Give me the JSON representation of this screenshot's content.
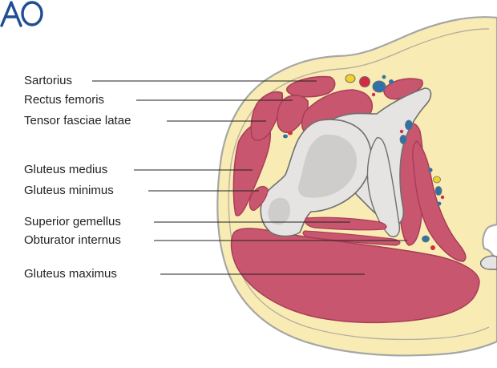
{
  "labels": [
    {
      "id": "sartorius",
      "text": "Sartorius"
    },
    {
      "id": "rectus-femoris",
      "text": "Rectus femoris"
    },
    {
      "id": "tensor-fasciae-latae",
      "text": "Tensor fasciae latae"
    },
    {
      "id": "gluteus-medius",
      "text": "Gluteus medius"
    },
    {
      "id": "gluteus-minimus",
      "text": "Gluteus minimus"
    },
    {
      "id": "superior-gemellus",
      "text": "Superior gemellus"
    },
    {
      "id": "obturator-internus",
      "text": "Obturator internus"
    },
    {
      "id": "gluteus-maximus",
      "text": "Gluteus maximus"
    }
  ],
  "logo": {
    "text": "AO"
  },
  "colors": {
    "skin_fat": "#f8ecb4",
    "skin_outline": "#a6a6a6",
    "muscle": "#c8566f",
    "muscle_edge": "#a93d57",
    "bone": "#e6e4e2",
    "bone_outline": "#6f6f6f",
    "marrow": "#cfcdcb",
    "artery": "#d42b43",
    "vein": "#2f72a8",
    "nerve": "#f2d22a",
    "leader_line": "#222222",
    "logo": "#1f4e93"
  }
}
